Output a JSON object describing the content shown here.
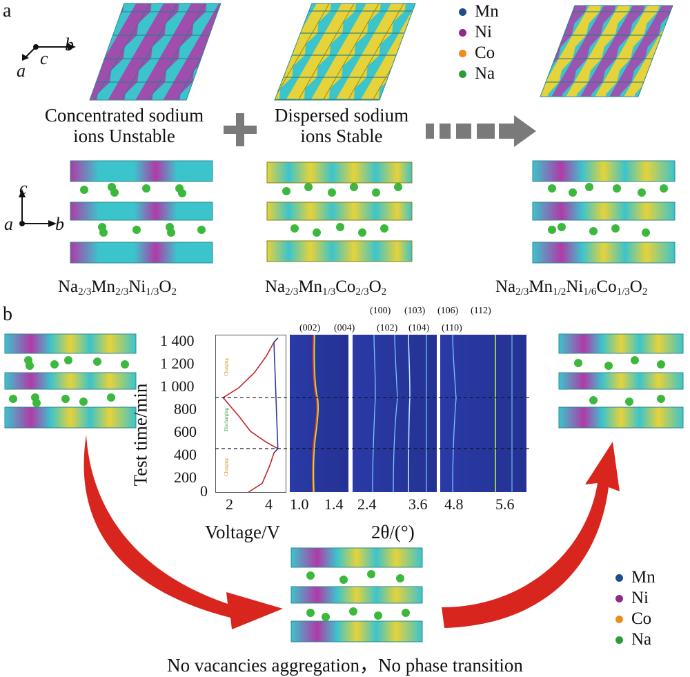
{
  "panel_a": {
    "letter": "a",
    "axes_top": {
      "a": "a",
      "b": "b",
      "c": "c"
    },
    "axes_side": {
      "a": "a",
      "b": "b",
      "c": "c"
    },
    "caption_left": [
      "Concentrated sodium",
      "ions Unstable"
    ],
    "caption_mid": [
      "Dispersed sodium",
      "ions Stable"
    ],
    "formula_left": {
      "parts": [
        "Na",
        "2/3",
        "Mn",
        "2/3",
        "Ni",
        "1/3",
        "O",
        "2"
      ]
    },
    "formula_mid": {
      "parts": [
        "Na",
        "2/3",
        "Mn",
        "1/3",
        "Co",
        "2/3",
        "O",
        "2"
      ]
    },
    "formula_right": {
      "parts": [
        "Na",
        "2/3",
        "Mn",
        "1/2",
        "Ni",
        "1/6",
        "Co",
        "1/3",
        "O",
        "2"
      ]
    }
  },
  "legend": [
    {
      "label": "Mn",
      "color": "#1f4e8c"
    },
    {
      "label": "Ni",
      "color": "#8e2a8e"
    },
    {
      "label": "Co",
      "color": "#f08a1c"
    },
    {
      "label": "Na",
      "color": "#2e9a3a"
    }
  ],
  "colors": {
    "mn_octa": "#3cc4cc",
    "ni_octa": "#b03aa8",
    "co_octa": "#e6d23a",
    "na_atom": "#3cb83c",
    "arrow_red": "#d8261e",
    "heatmap_bg": "#2a3a9c"
  },
  "panel_b": {
    "letter": "b",
    "bottom_caption": "No vacancies aggregation，No phase transition"
  },
  "chart_data": {
    "type": "heatmap",
    "ylabel": "Test time/min",
    "y_ticks": [
      "0",
      "200",
      "400",
      "600",
      "800",
      "1 000",
      "1 200",
      "1 400"
    ],
    "y_range": [
      0,
      1450
    ],
    "voltage": {
      "xlabel": "Voltage/V",
      "x_ticks": [
        "2",
        "4"
      ],
      "x_range": [
        1.2,
        4.8
      ],
      "annotations": [
        "Charging",
        "Discharging",
        "Charging"
      ],
      "curve": [
        [
          2.9,
          0
        ],
        [
          3.6,
          80
        ],
        [
          4.0,
          250
        ],
        [
          4.2,
          360
        ],
        [
          4.4,
          400
        ],
        [
          3.8,
          460
        ],
        [
          3.0,
          560
        ],
        [
          2.4,
          700
        ],
        [
          1.6,
          870
        ],
        [
          2.4,
          960
        ],
        [
          3.2,
          1100
        ],
        [
          3.8,
          1250
        ],
        [
          4.2,
          1380
        ],
        [
          4.4,
          1420
        ]
      ]
    },
    "xrd": {
      "xlabel": "2θ/(°)",
      "x_ticks": [
        "1.0",
        "1.4",
        "2.4",
        "3.6",
        "4.8",
        "5.6"
      ],
      "peaks": [
        "(002)",
        "(004)",
        "(100)",
        "(102)",
        "(103)",
        "(104)",
        "(106)",
        "(110)",
        "(112)"
      ]
    },
    "markers_min": [
      400,
      870
    ]
  }
}
